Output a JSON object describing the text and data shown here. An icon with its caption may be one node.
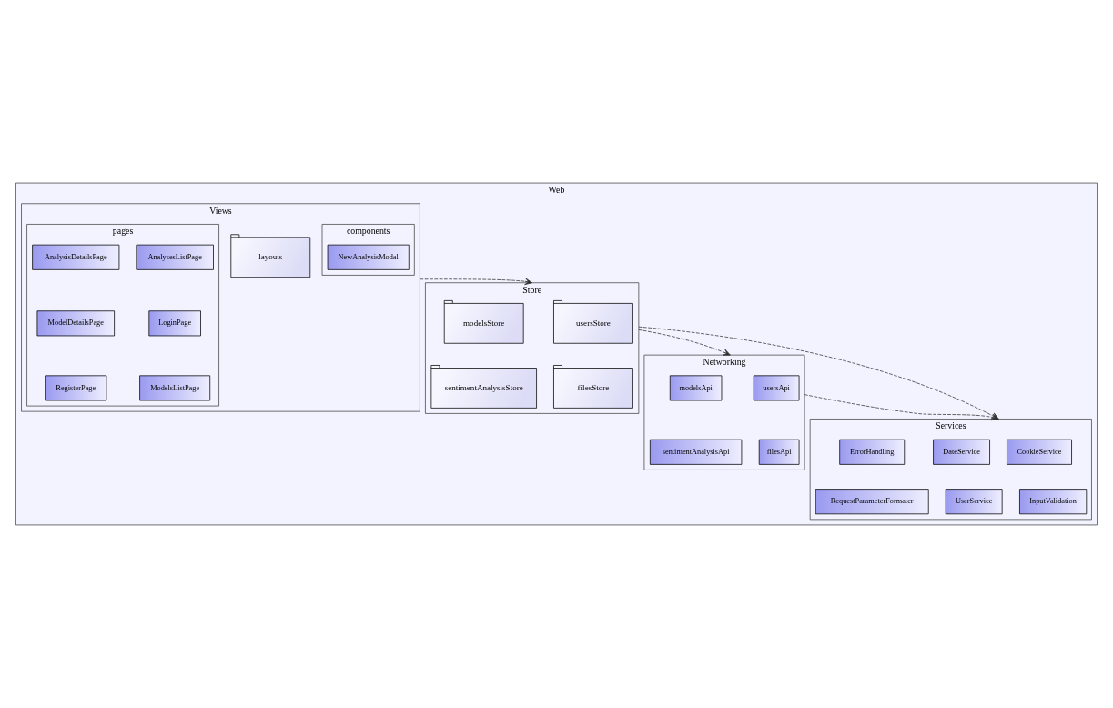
{
  "diagram": {
    "nodes": [
      {
        "text": [
          "Web"
        ]
      },
      {
        "text": [
          "Networking"
        ],
        "in": 0
      },
      {
        "text": [
          "usersApi"
        ],
        "in": 1
      },
      {
        "text": [
          "modelsApi"
        ],
        "in": 1
      },
      {
        "text": [
          "filesApi"
        ],
        "in": 1
      },
      {
        "text": [
          "sentimentAnalysisApi"
        ],
        "in": 1
      },
      {
        "text": [
          "Services"
        ],
        "in": 0
      },
      {
        "text": [
          "CookieService"
        ],
        "in": 6
      },
      {
        "text": [
          "DateService"
        ],
        "in": 6
      },
      {
        "text": [
          "ErrorHandling"
        ],
        "in": 6
      },
      {
        "text": [
          "InputValidation"
        ],
        "in": 6
      },
      {
        "text": [
          "UserService"
        ],
        "in": 6
      },
      {
        "text": [
          "RequestParameterFormater"
        ],
        "in": 6
      },
      {
        "text": [
          "Store"
        ],
        "in": 0
      },
      {
        "text": [
          "usersStore"
        ],
        "in": 13
      },
      {
        "text": [
          "modelsStore"
        ],
        "in": 13
      },
      {
        "text": [
          "filesStore"
        ],
        "in": 13
      },
      {
        "text": [
          "sentimentAnalysisStore"
        ],
        "in": 13
      },
      {
        "text": [
          "Views"
        ],
        "in": 0
      },
      {
        "text": [
          "layouts"
        ],
        "in": 18
      },
      {
        "text": [
          "components"
        ],
        "in": 18
      },
      {
        "text": [
          "NewAnalysisModal"
        ],
        "in": 20
      },
      {
        "text": [
          "pages"
        ],
        "in": 18
      },
      {
        "text": [
          "AnalysesListPage"
        ],
        "in": 22
      },
      {
        "text": [
          "AnalysisDetailsPage"
        ],
        "in": 22
      },
      {
        "text": [
          "LoginPage"
        ],
        "in": 22
      },
      {
        "text": [
          "ModelDetailsPage"
        ],
        "in": 22
      },
      {
        "text": [
          "ModelsListPage"
        ],
        "in": 22
      },
      {
        "text": [
          "RegisterPage"
        ],
        "in": 22
      }
    ],
    "edges": [
      {
        "from": 1,
        "to": 6,
        "arrow": "to",
        "style": "dashed"
      },
      {
        "from": 13,
        "to": 1,
        "arrow": "to",
        "style": "dashed"
      },
      {
        "from": 13,
        "to": 6,
        "arrow": "to",
        "style": "dashed"
      },
      {
        "from": 18,
        "to": 13,
        "arrow": "to",
        "style": "dashed"
      }
    ]
  }
}
